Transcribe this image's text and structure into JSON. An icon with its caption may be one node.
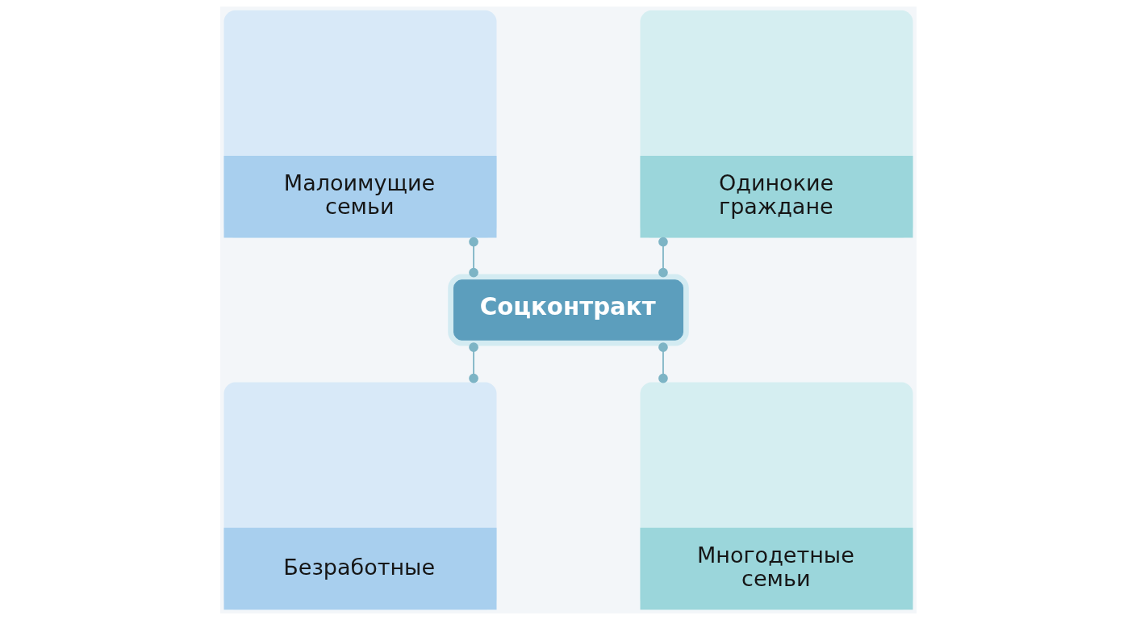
{
  "diagram": {
    "nodes": [
      {
        "text": [
          "Малоимущие семьи"
        ]
      },
      {
        "text": [
          "Одинокие граждане"
        ]
      },
      {
        "text": [
          "Соцконтракт"
        ]
      },
      {
        "text": [
          "Безработные"
        ]
      },
      {
        "text": [
          "Многодетные семьи"
        ]
      }
    ],
    "edges": [
      {
        "from": 0,
        "to": 2,
        "arrow": "other"
      },
      {
        "from": 1,
        "to": 2,
        "arrow": "other"
      },
      {
        "from": 2,
        "to": 3,
        "arrow": "other"
      },
      {
        "from": 2,
        "to": 4,
        "arrow": "other"
      }
    ]
  }
}
